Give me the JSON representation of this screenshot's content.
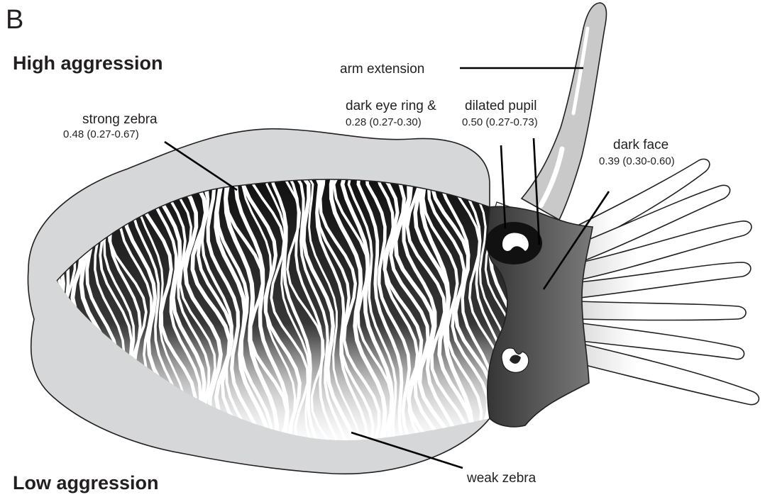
{
  "figure": {
    "panel_letter": "B",
    "top_heading": "High aggression",
    "bottom_heading": "Low aggression",
    "labels": {
      "arm_extension": {
        "name": "arm extension"
      },
      "eye_ring": {
        "name": "dark eye ring &",
        "value": "0.28 (0.27-0.30)"
      },
      "pupil": {
        "name": "dilated pupil",
        "value": "0.50 (0.27-0.73)"
      },
      "strong_zebra": {
        "name": "strong zebra",
        "value": "0.48 (0.27-0.67)"
      },
      "dark_face": {
        "name": "dark face",
        "value": "0.39 (0.30-0.60)"
      },
      "weak_zebra": {
        "name": "weak zebra"
      }
    },
    "colors": {
      "mantle_fin": "#d6d7d9",
      "outline": "#231f20",
      "stripe_dark": "#111111",
      "stripe_light": "#ffffff",
      "head_dark": "#3b3b3b",
      "eye_ring": "#111111"
    }
  }
}
